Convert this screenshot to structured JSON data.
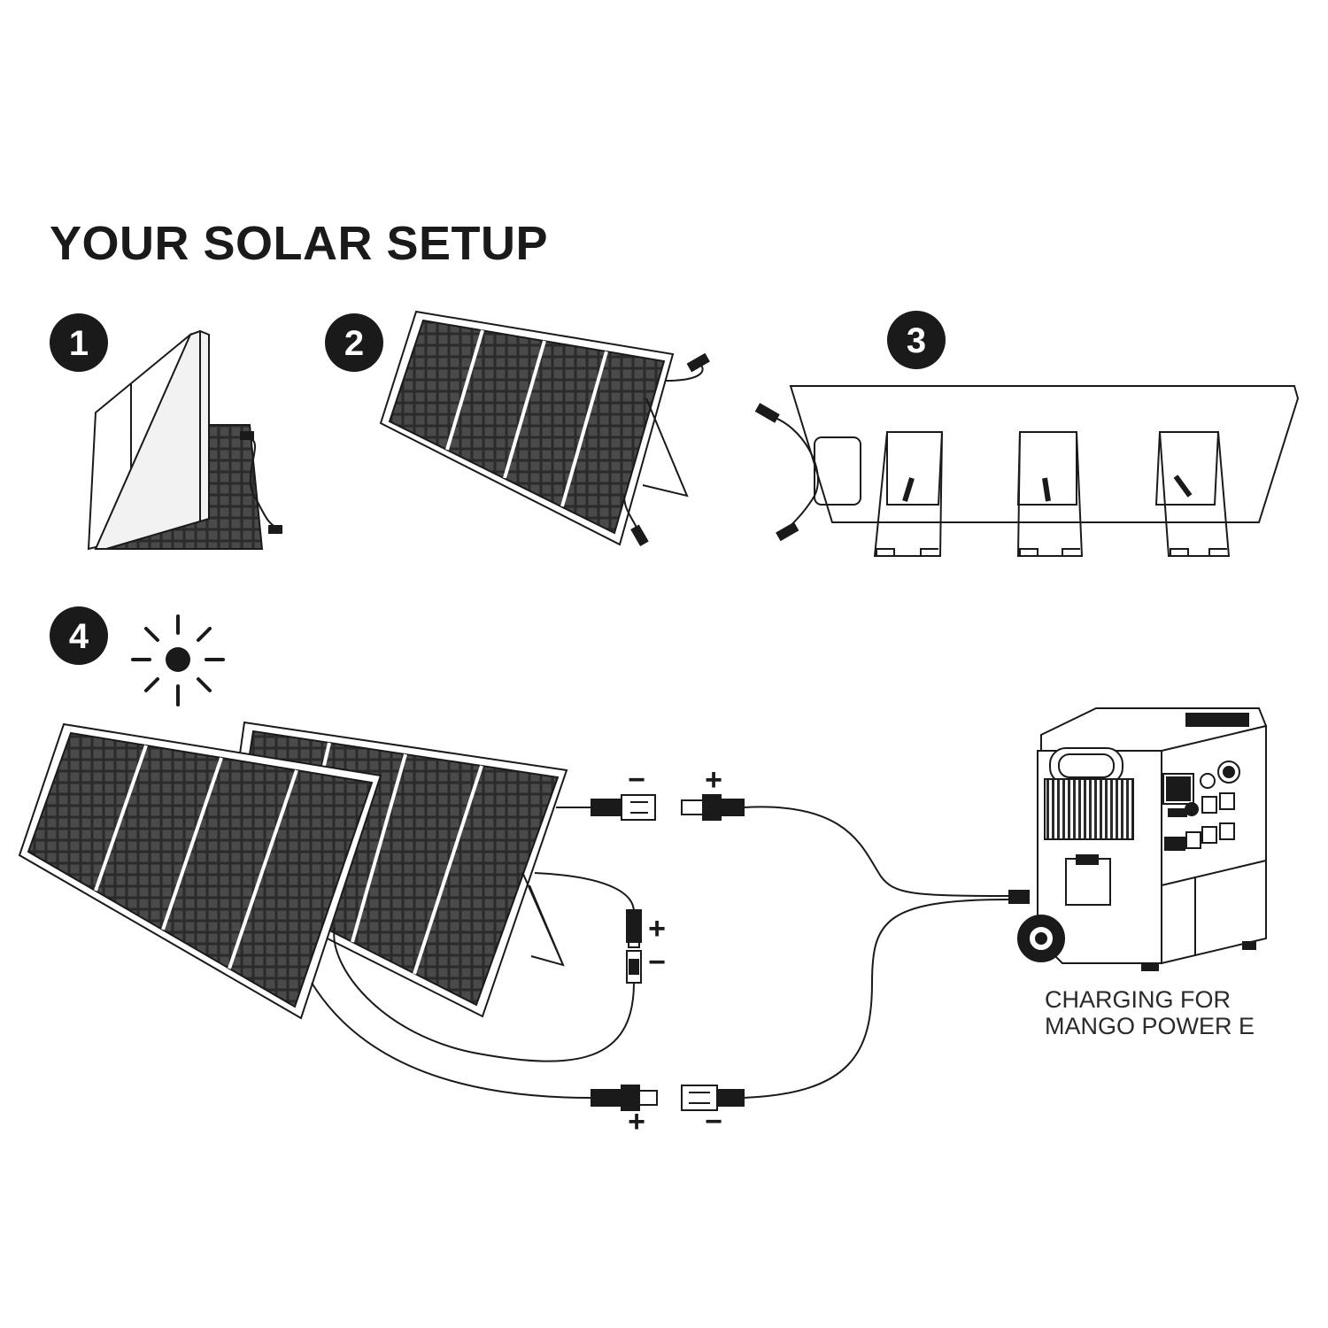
{
  "title": "YOUR SOLAR SETUP",
  "steps": [
    {
      "number": "1"
    },
    {
      "number": "2"
    },
    {
      "number": "3"
    },
    {
      "number": "4"
    }
  ],
  "polarity": {
    "plus": "+",
    "minus": "−"
  },
  "caption": {
    "line1": "CHARGING FOR",
    "line2": "MANGO POWER E"
  },
  "colors": {
    "ink": "#1a1a1a",
    "panel": "#2b2b2b",
    "frame": "#555555",
    "background": "#ffffff"
  },
  "icons": [
    "sun-icon",
    "solar-panel-icon",
    "mc4-connector-icon",
    "power-station-icon"
  ]
}
